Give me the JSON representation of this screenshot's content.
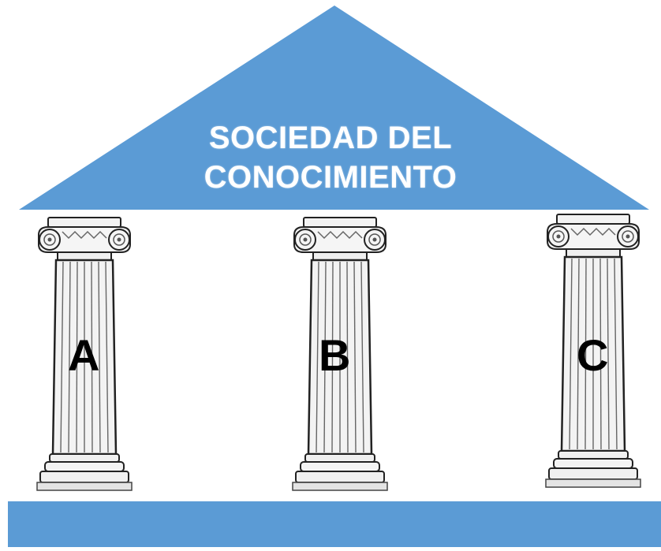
{
  "roof": {
    "title_line1": "SOCIEDAD DEL",
    "title_line2": "CONOCIMIENTO"
  },
  "pillars": [
    {
      "label": "A"
    },
    {
      "label": "B"
    },
    {
      "label": "C"
    }
  ],
  "colors": {
    "roof": "#5b9bd5",
    "base": "#5b9bd5",
    "column_fill": "#f3f3f3",
    "column_line": "#222222"
  }
}
